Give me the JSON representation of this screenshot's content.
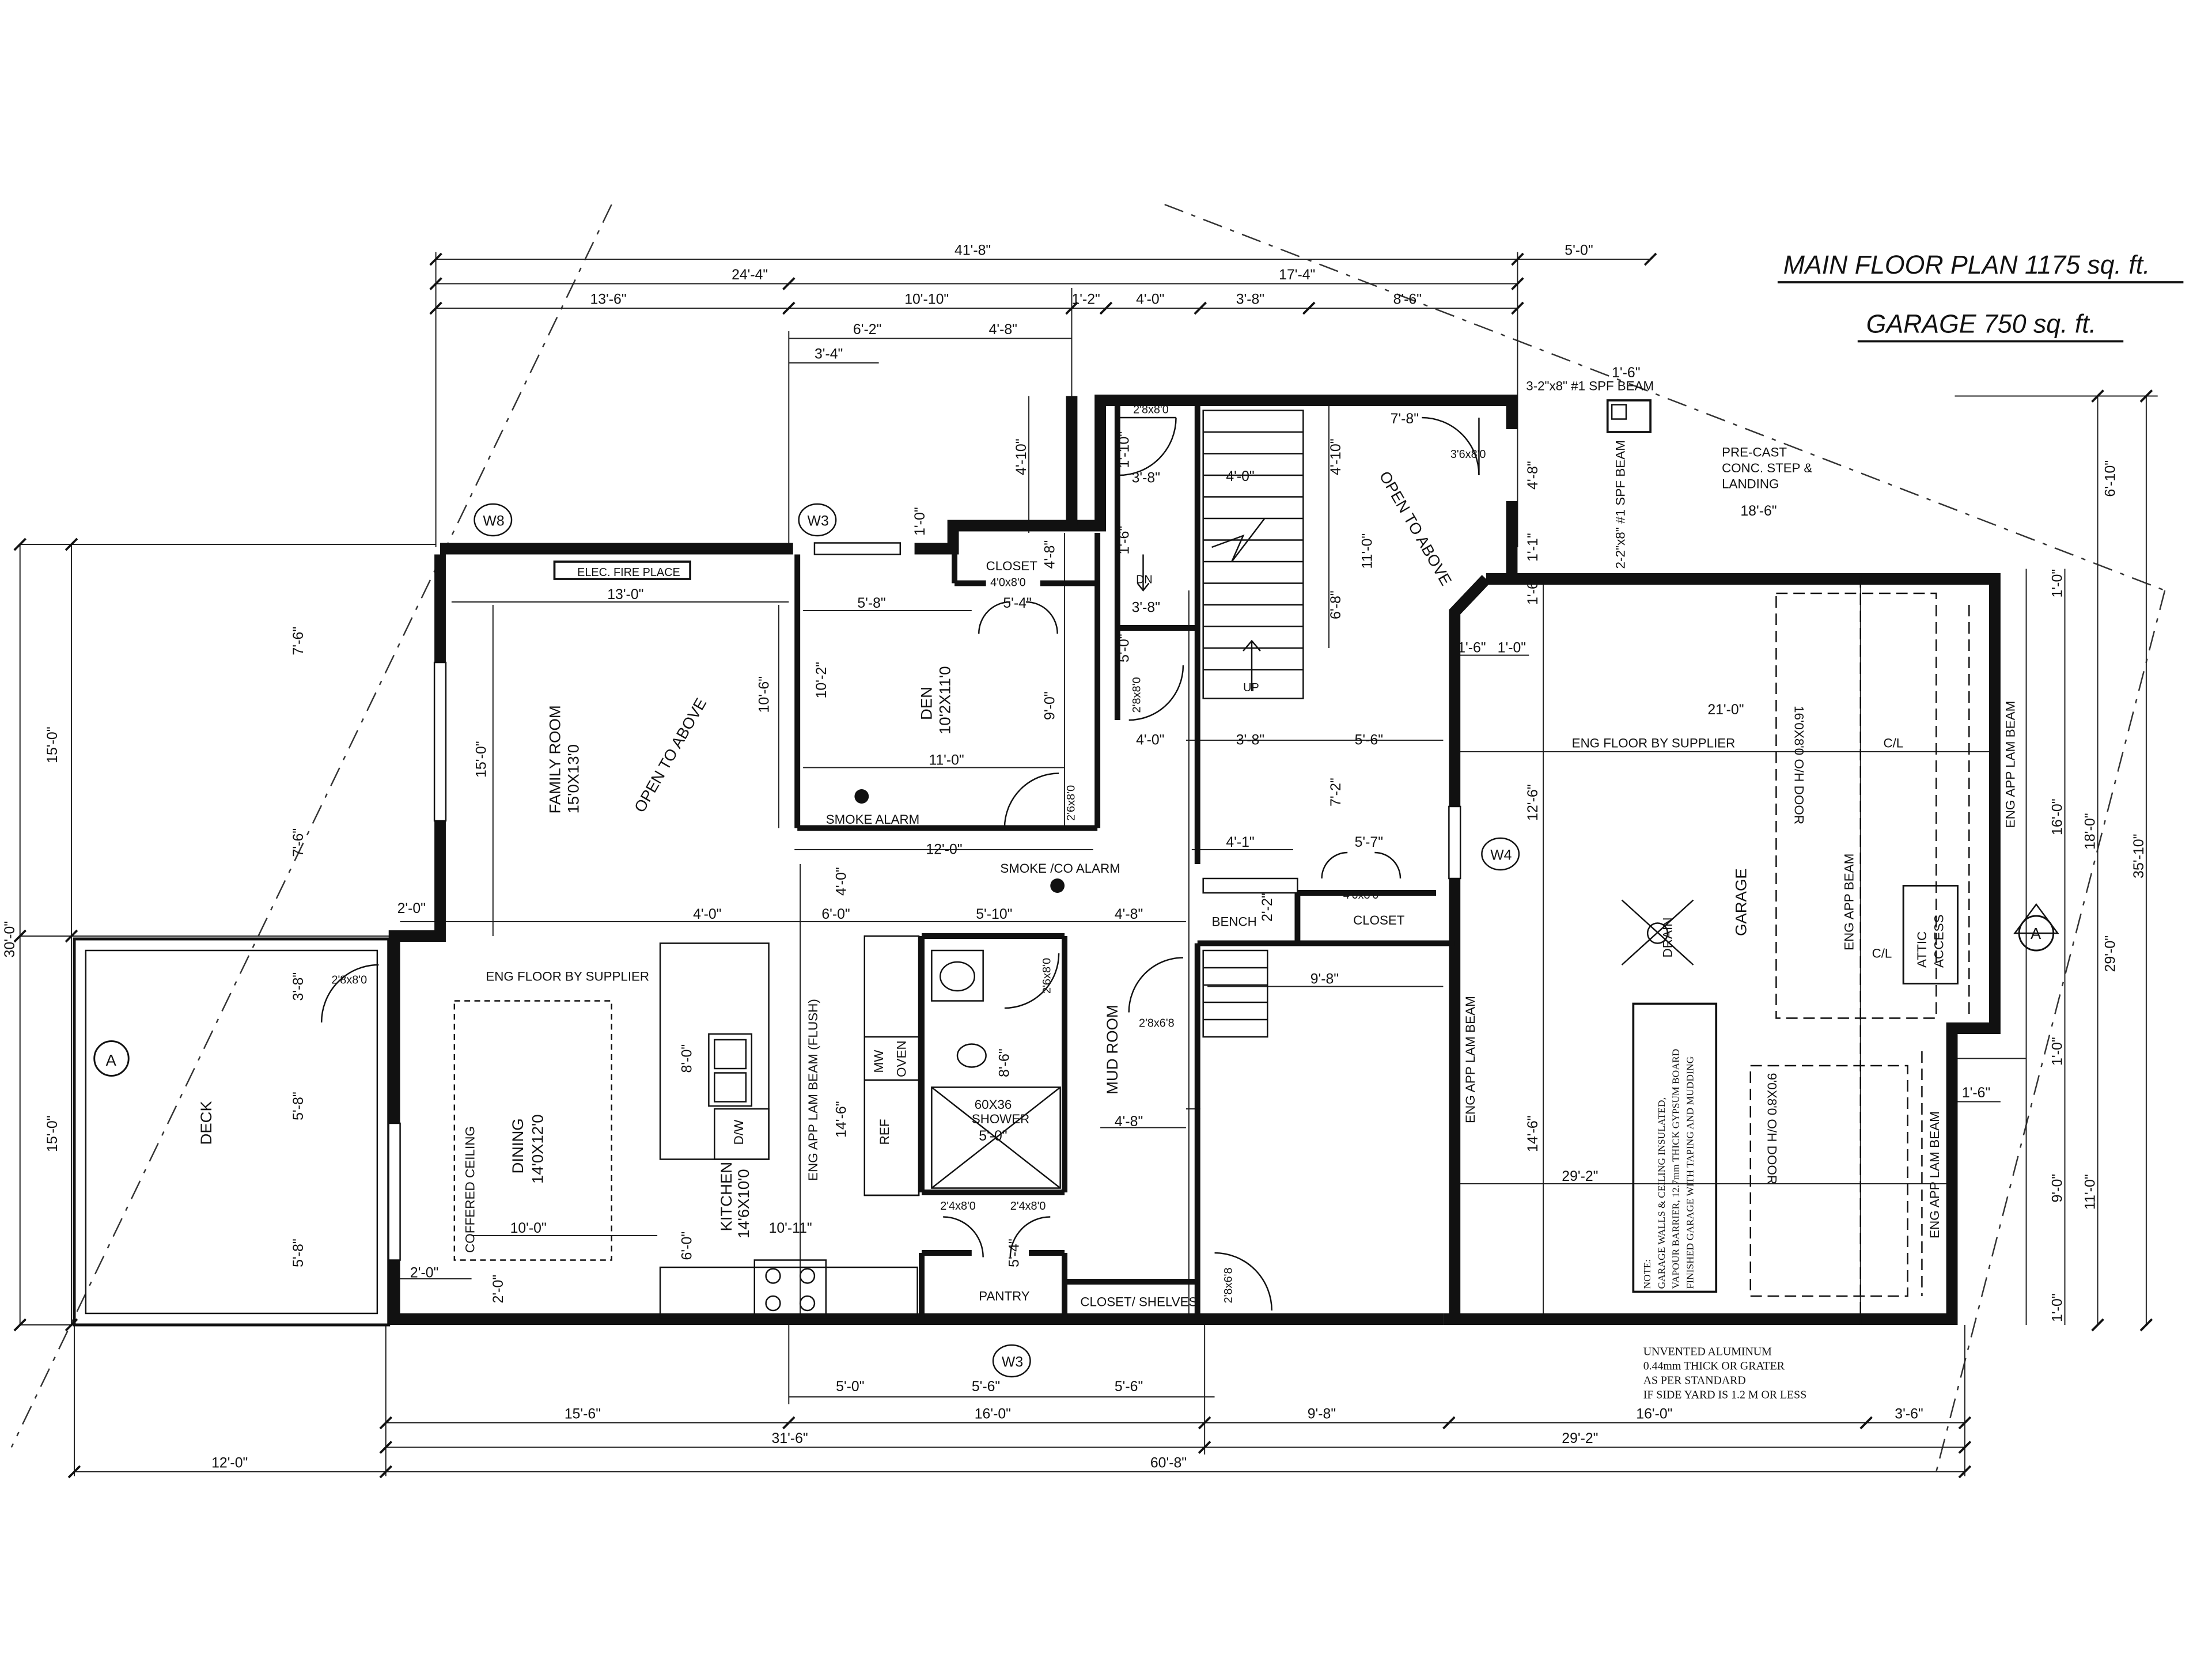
{
  "titles": {
    "main": "MAIN FLOOR PLAN 1175 sq. ft.",
    "garage": "GARAGE 750 sq. ft."
  },
  "dimensions": {
    "top_overall": "41'-8\"",
    "top_5_0": "5'-0\"",
    "top_24_4": "24'-4\"",
    "top_17_4": "17'-4\"",
    "top_13_6": "13'-6\"",
    "top_10_10": "10'-10\"",
    "top_1_2": "1'-2\"",
    "top_4_0": "4'-0\"",
    "top_3_8": "3'-8\"",
    "top_8_6": "8'-6\"",
    "top_6_2": "6'-2\"",
    "top_4_8": "4'-8\"",
    "top_3_4": "3'-4\"",
    "top_1_6": "1'-6\"",
    "left_30_0": "30'-0\"",
    "left_15_0_a": "15'-0\"",
    "left_15_0_b": "15'-0\"",
    "left_7_6_a": "7'-6\"",
    "left_7_6_b": "7'-6\"",
    "left_3_8": "3'-8\"",
    "left_5_8_a": "5'-8\"",
    "left_5_8_b": "5'-8\"",
    "right_35_10": "35'-10\"",
    "right_6_10": "6'-10\"",
    "right_29_0": "29'-0\"",
    "right_18_0": "18'-0\"",
    "right_16_0": "16'-0\"",
    "right_11_0": "11'-0\"",
    "right_9_0": "9'-0\"",
    "right_1_0_a": "1'-0\"",
    "right_1_0_b": "1'-0\"",
    "right_1_0_c": "1'-0\"",
    "right_1_6": "1'-6\"",
    "right_18_6": "18'-6\"",
    "bot_5_0": "5'-0\"",
    "bot_5_6": "5'-6\"",
    "bot_5_6b": "5'-6\"",
    "bot_15_6": "15'-6\"",
    "bot_16_0_a": "16'-0\"",
    "bot_9_8": "9'-8\"",
    "bot_16_0_b": "16'-0\"",
    "bot_3_6": "3'-6\"",
    "bot_31_6": "31'-6\"",
    "bot_29_2": "29'-2\"",
    "bot_12_0": "12'-0\"",
    "bot_60_8": "60'-8\"",
    "int_13_0": "13'-0\"",
    "int_15_0": "15'-0\"",
    "int_10_6": "10'-6\"",
    "int_10_2": "10'-2\"",
    "int_5_8": "5'-8\"",
    "int_5_4": "5'-4\"",
    "int_9_0": "9'-0\"",
    "int_11_0": "11'-0\"",
    "int_12_0": "12'-0\"",
    "int_2_0_a": "2'-0\"",
    "int_4_0_a": "4'-0\"",
    "int_6_0": "6'-0\"",
    "int_5_10": "5'-10\"",
    "int_4_8": "4'-8\"",
    "int_4_0_b": "4'-0\"",
    "int_8_0": "8'-0\"",
    "int_14_6": "14'-6\"",
    "int_10_0": "10'-0\"",
    "int_10_11": "10'-11\"",
    "int_6_0b": "6'-0\"",
    "int_2_0_b": "2'-0\"",
    "int_2_0_c": "2'-0\"",
    "int_8_6": "8'-6\"",
    "int_5_0": "5'-0\"",
    "int_5_4b": "5'-4\"",
    "int_4_8b": "4'-8\"",
    "int_4_10_a": "4'-10\"",
    "int_4_10_b": "4'-10\"",
    "int_4_0_c": "4'-0\"",
    "int_1_10": "1'-10\"",
    "int_3_8_a": "3'-8\"",
    "int_1_6": "1'-6\"",
    "int_3_8_b": "3'-8\"",
    "int_5_0b": "5'-0\"",
    "int_4_0_d": "4'-0\"",
    "int_3_8_c": "3'-8\"",
    "int_5_6": "5'-6\"",
    "int_7_2": "7'-2\"",
    "int_6_8": "6'-8\"",
    "int_11_0b": "11'-0\"",
    "int_7_8": "7'-8\"",
    "int_4_8c": "4'-8\"",
    "int_1_1": "1'-1\"",
    "int_1_6b": "1'-6\"",
    "int_1_6c": "1'-6\"",
    "int_1_0": "1'-0\"",
    "int_4_1": "4'-1\"",
    "int_5_7": "5'-7\"",
    "int_2_2": "2'-2\"",
    "int_9_8": "9'-8\"",
    "int_4_8d": "4'-8\"",
    "int_21_0": "21'-0\"",
    "int_12_6": "12'-6\"",
    "int_14_6b": "14'-6\"",
    "int_29_2": "29'-2\"",
    "int_1_0b": "1'-0\""
  },
  "rooms": {
    "family": "FAMILY ROOM",
    "family_size": "15'0X13'0",
    "open_above_1": "OPEN TO ABOVE",
    "open_above_2": "OPEN TO ABOVE",
    "den": "DEN",
    "den_size": "10'2X11'0",
    "dining": "DINING",
    "dining_size": "14'0X12'0",
    "kitchen": "KITCHEN",
    "kitchen_size": "14'6X10'0",
    "deck": "DECK",
    "mud": "MUD ROOM",
    "garage": "GARAGE",
    "pantry": "PANTRY",
    "closet_shelves": "CLOSET/ SHELVES",
    "closet_den": "CLOSET",
    "closet_entry": "CLOSET",
    "bench": "BENCH",
    "shower": "60X36",
    "shower2": "SHOWER"
  },
  "labels": {
    "elec_fire": "ELEC. FIRE PLACE",
    "smoke_alarm": "SMOKE ALARM",
    "smoke_co": "SMOKE /CO ALARM",
    "eng_floor_1": "ENG FLOOR BY SUPPLIER",
    "eng_floor_2": "ENG FLOOR BY SUPPLIER",
    "beam_flush": "ENG APP LAM BEAM (FLUSH)",
    "beam_lam_1": "ENG APP LAM BEAM",
    "beam_lam_2": "ENG APP LAM BEAM",
    "beam_lam_3": "ENG APP LAM BEAM",
    "beam_app": "ENG APP BEAM",
    "coffered": "COFFERED CEILING",
    "precast": [
      "PRE-CAST",
      "CONC. STEP &",
      "LANDING"
    ],
    "spf_beam_1": "3-2\"x8\" #1 SPF BEAM",
    "spf_beam_2": "2-2\"x8\" #1 SPF BEAM",
    "oh_door_1": "16'0X8'0 O/H DOOR",
    "oh_door_2": "9'0X8'0 O/H DOOR",
    "attic": [
      "ATTIC",
      "ACCESS"
    ],
    "cl_1": "C/L",
    "cl_2": "C/L",
    "drain": "DRAIN",
    "note": [
      "NOTE:",
      "GARAGE WALLS & CEILING INSULATED,",
      "VAPOUR BARRIER, 12.7mm THICK GYPSUM BOARD",
      "FINISHED GARAGE WITH TAPING AND MUDDING"
    ],
    "unvented": [
      "UNVENTED ALUMINUM",
      "0.44mm THICK OR GRATER",
      "AS PER STANDARD",
      "IF SIDE YARD IS 1.2 M OR LESS"
    ],
    "mw": "MW",
    "oven": "OVEN",
    "ref": "REF",
    "dw": "D/W",
    "dn": "DN",
    "up": "UP",
    "a_1": "A",
    "a_2": "A"
  },
  "tags": {
    "w8": "W8",
    "w3_top": "W3",
    "w3_bot": "W3",
    "w4": "W4"
  },
  "doors": {
    "d_2_8x8_top": "2'8x8'0",
    "d_3_6x8": "3'6x8'0",
    "d_4_0x8_den": "4'0x8'0",
    "d_2_6x8_den": "2'6x8'0",
    "d_2_8x8_stair": "2'8x8'0",
    "d_4_0x8_cl": "4'0x8'0",
    "d_2_8x8_deck": "2'8x8'0",
    "d_2_6x8_bath": "2'6x8'0",
    "d_2_4x8_a": "2'4x8'0",
    "d_2_4x8_b": "2'4x8'0",
    "d_2_8x6_8_mud": "2'8x6'8",
    "d_2_8x6_8_gar": "2'8x6'8"
  }
}
